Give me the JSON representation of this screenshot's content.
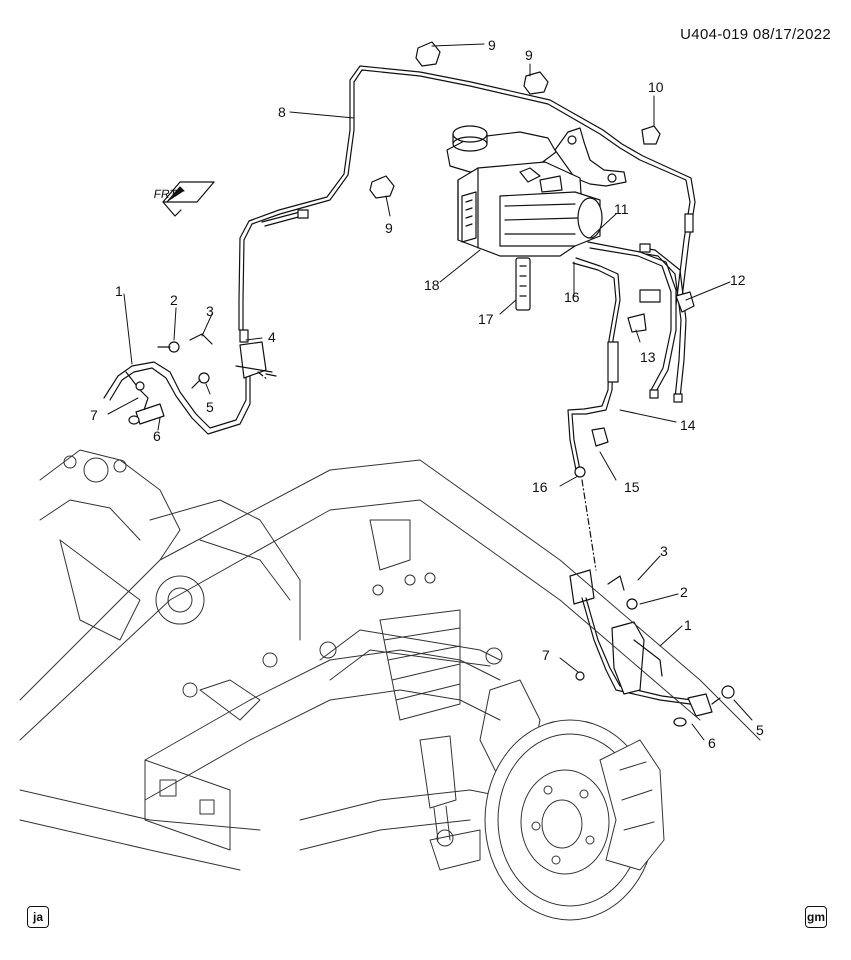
{
  "stamp": "U404-019  08/17/2022",
  "front_arrow_label": "FRT",
  "corner_left": "ja",
  "corner_right": "gm",
  "callouts": [
    "1",
    "2",
    "3",
    "4",
    "5",
    "6",
    "7",
    "8",
    "9",
    "9",
    "10",
    "11",
    "12",
    "13",
    "14",
    "15",
    "16",
    "16",
    "17",
    "18",
    "3",
    "2",
    "1",
    "7",
    "5",
    "6"
  ],
  "colors": {
    "line": "#111111",
    "background": "#ffffff"
  }
}
